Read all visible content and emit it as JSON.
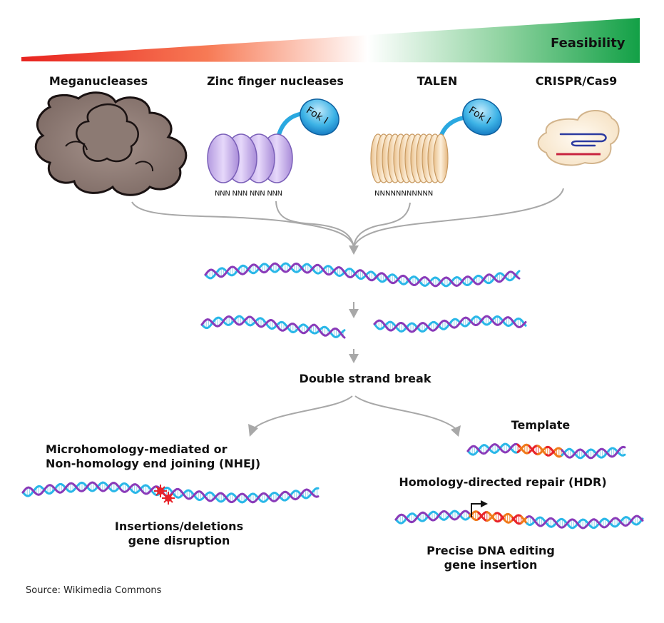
{
  "feasibility_label": "Feasibility",
  "tools": {
    "meganucleases": "Meganucleases",
    "zfn": "Zinc finger nucleases",
    "talen": "TALEN",
    "crispr": "CRISPR/Cas9"
  },
  "fok_label": "Fok I",
  "zfn_seq": [
    "NNN",
    "NNN",
    "NNN",
    "NNN"
  ],
  "talen_seq": "NNNNNNNNNNN",
  "dsb_label": "Double strand break",
  "nhej": {
    "title_line1": "Microhomology-mediated or",
    "title_line2": "Non-homology end joining (NHEJ)",
    "result_line1": "Insertions/deletions",
    "result_line2": "gene disruption"
  },
  "hdr": {
    "template_label": "Template",
    "title": "Homology-directed repair (HDR)",
    "result_line1": "Precise DNA editing",
    "result_line2": "gene insertion"
  },
  "source": "Source: Wikimedia Commons",
  "colors": {
    "gradient_start": "#e8231f",
    "gradient_end": "#1fa64a",
    "dna_cyan": "#29b7e8",
    "dna_purple": "#8a3ab9",
    "dna_orange": "#f07a1a",
    "dna_red": "#e8232a",
    "fok_blue": "#2aa8e0",
    "zfn_purple": "#c9b3ea",
    "talen_peach": "#f3d6b0",
    "mega_brown": "#9c8a84",
    "arrow_gray": "#a8a8a8"
  }
}
